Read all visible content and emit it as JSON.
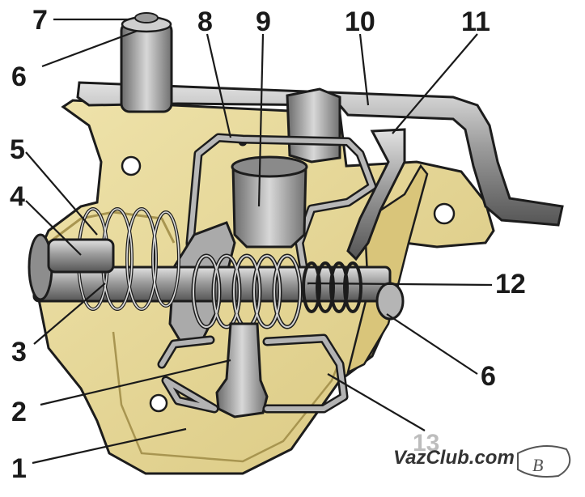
{
  "labels": {
    "l1": "1",
    "l2": "2",
    "l3": "3",
    "l4": "4",
    "l5": "5",
    "l6a": "6",
    "l6b": "6",
    "l7": "7",
    "l8": "8",
    "l9": "9",
    "l10": "10",
    "l11": "11",
    "l12": "12",
    "l13": "13"
  },
  "watermark": {
    "text": "VazClub.com"
  },
  "colors": {
    "plate": "#e8d99b",
    "plate_shadow": "#c9b56a",
    "steel": "#9a9a9a",
    "steel_dark": "#5e5e5e",
    "steel_light": "#d0d0d0",
    "outline": "#1c1c1c"
  }
}
